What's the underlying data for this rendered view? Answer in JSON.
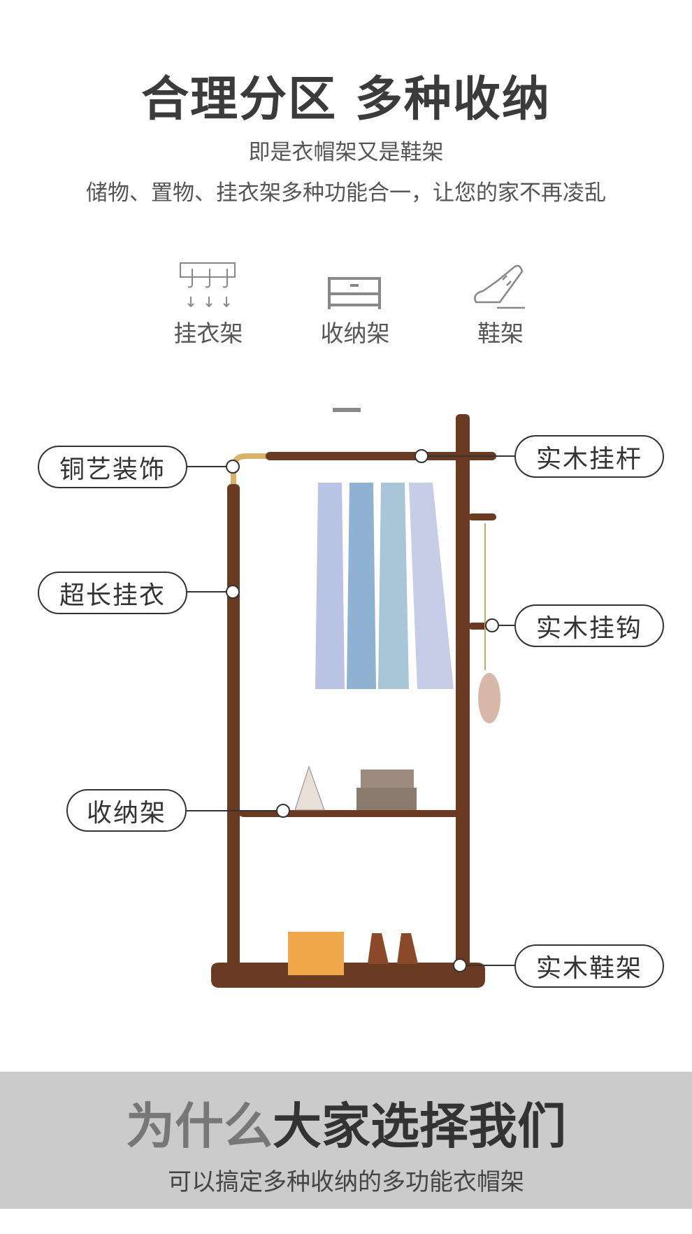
{
  "header": {
    "title": "合理分区 多种收纳",
    "subtitle1": "即是衣帽架又是鞋架",
    "subtitle2": "储物、置物、挂衣架多种功能合一，让您的家不再凌乱"
  },
  "features": [
    {
      "label": "挂衣架",
      "icon": "coat-hook-icon"
    },
    {
      "label": "收纳架",
      "icon": "storage-cabinet-icon"
    },
    {
      "label": "鞋架",
      "icon": "shoe-icon"
    }
  ],
  "callouts": {
    "copper": "铜艺装饰",
    "long_hang": "超长挂衣",
    "storage": "收纳架",
    "wood_rod": "实木挂杆",
    "wood_hook": "实木挂钩",
    "shoe_rack": "实木鞋架"
  },
  "footer": {
    "title_light": "为什么",
    "title_dark": "大家选择我们",
    "subtitle": "可以搞定多种收纳的多功能衣帽架"
  },
  "colors": {
    "wood": "#6b3a22",
    "brass": "#d9b26a",
    "band": "#cbcbcb"
  }
}
